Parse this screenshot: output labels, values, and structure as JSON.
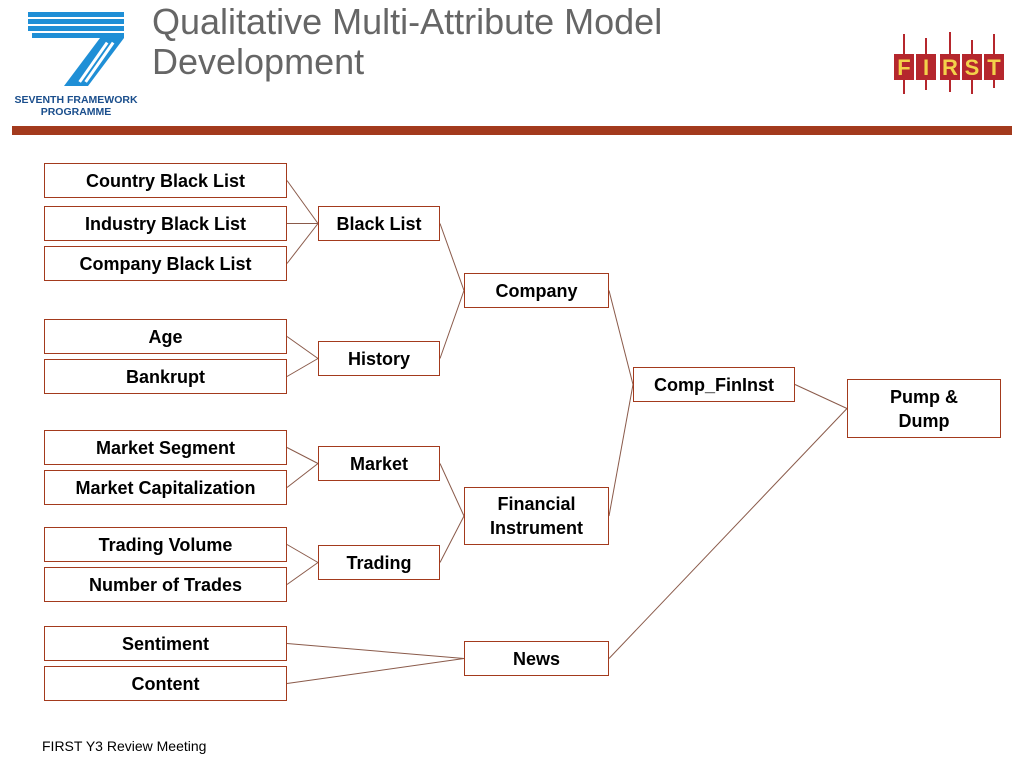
{
  "header": {
    "title": "Qualitative Multi-Attribute Model Development",
    "logo_left": {
      "line1": "SEVENTH FRAMEWORK",
      "line2": "PROGRAMME",
      "mark": "7"
    },
    "logo_right": {
      "letters": [
        "F",
        "I",
        "R",
        "S",
        "T"
      ]
    }
  },
  "colors": {
    "accent": "#a33a1d",
    "title": "#666666",
    "fp_blue": "#1f8fd6",
    "first_red": "#b5272d"
  },
  "nodes": {
    "country_black_list": "Country Black List",
    "industry_black_list": "Industry Black List",
    "company_black_list": "Company Black List",
    "age": "Age",
    "bankrupt": "Bankrupt",
    "market_segment": "Market Segment",
    "market_capitalization": "Market Capitalization",
    "trading_volume": "Trading Volume",
    "number_of_trades": "Number of Trades",
    "sentiment": "Sentiment",
    "content": "Content",
    "black_list": "Black List",
    "history": "History",
    "market": "Market",
    "trading": "Trading",
    "company": "Company",
    "financial_instrument": "Financial Instrument",
    "news": "News",
    "comp_fininst": "Comp_FinInst",
    "pump_dump": "Pump & Dump"
  },
  "edges": [
    [
      "country_black_list",
      "black_list"
    ],
    [
      "industry_black_list",
      "black_list"
    ],
    [
      "company_black_list",
      "black_list"
    ],
    [
      "age",
      "history"
    ],
    [
      "bankrupt",
      "history"
    ],
    [
      "market_segment",
      "market"
    ],
    [
      "market_capitalization",
      "market"
    ],
    [
      "trading_volume",
      "trading"
    ],
    [
      "number_of_trades",
      "trading"
    ],
    [
      "sentiment",
      "news"
    ],
    [
      "content",
      "news"
    ],
    [
      "black_list",
      "company"
    ],
    [
      "history",
      "company"
    ],
    [
      "market",
      "financial_instrument"
    ],
    [
      "trading",
      "financial_instrument"
    ],
    [
      "company",
      "comp_fininst"
    ],
    [
      "financial_instrument",
      "comp_fininst"
    ],
    [
      "comp_fininst",
      "pump_dump"
    ],
    [
      "news",
      "pump_dump"
    ]
  ],
  "footer": {
    "text": "FIRST Y3 Review Meeting"
  }
}
